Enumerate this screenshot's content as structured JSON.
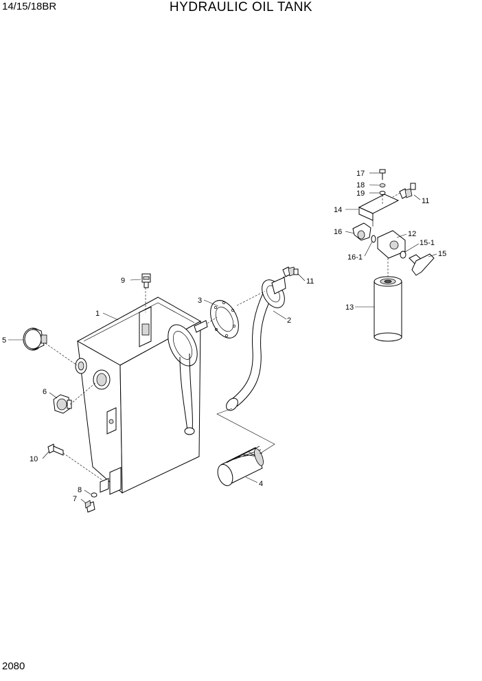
{
  "header": {
    "model": "14/15/18BR",
    "title": "HYDRAULIC OIL TANK"
  },
  "page_number": "2080",
  "callouts": {
    "p1": "1",
    "p2": "2",
    "p3": "3",
    "p4": "4",
    "p5": "5",
    "p6": "6",
    "p7": "7",
    "p8": "8",
    "p9": "9",
    "p10": "10",
    "p11a": "11",
    "p11b": "11",
    "p12": "12",
    "p13": "13",
    "p14": "14",
    "p15": "15",
    "p15_1": "15-1",
    "p16": "16",
    "p16_1": "16-1",
    "p17": "17",
    "p18": "18",
    "p19": "19"
  }
}
